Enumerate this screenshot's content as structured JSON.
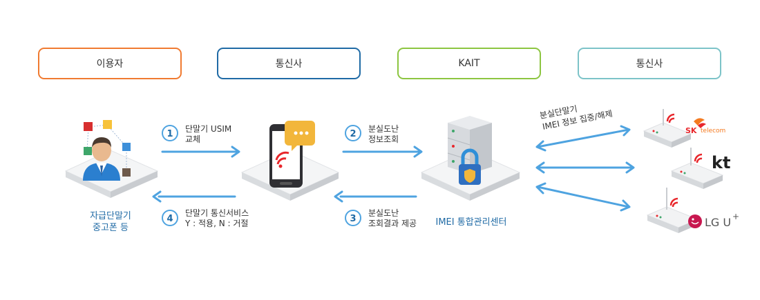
{
  "headers": [
    {
      "label": "이용자",
      "color": "#f07a30"
    },
    {
      "label": "통신사",
      "color": "#1f6aa5"
    },
    {
      "label": "KAIT",
      "color": "#8cc540"
    },
    {
      "label": "통신사",
      "color": "#7cc3c8"
    }
  ],
  "user": {
    "caption_line1": "자급단말기",
    "caption_line2": "중고폰 등"
  },
  "center": {
    "caption": "IMEI 통합관리센터"
  },
  "steps": [
    {
      "num": "1",
      "line1": "단말기 USIM",
      "line2": "교체"
    },
    {
      "num": "2",
      "line1": "분실도난",
      "line2": "정보조회"
    },
    {
      "num": "3",
      "line1": "분실도난",
      "line2": "조회결과 제공"
    },
    {
      "num": "4",
      "line1": "단말기 통신서비스",
      "line2": "Y : 적용, N : 거절"
    }
  ],
  "carrier_note": {
    "line1": "분실단말기",
    "line2": "IMEI 정보 집중/해제"
  },
  "carriers": [
    {
      "name": "SK telecom",
      "sk": "SK",
      "sk_sub": "telecom"
    },
    {
      "name": "kt",
      "label": "kt"
    },
    {
      "name": "LG U+",
      "label": "LG U",
      "plus": "+"
    }
  ],
  "colors": {
    "arrow": "#4ea3e0",
    "step_circle": "#4ea3e0",
    "caption": "#1f6aa5",
    "red": "#e8262b"
  }
}
